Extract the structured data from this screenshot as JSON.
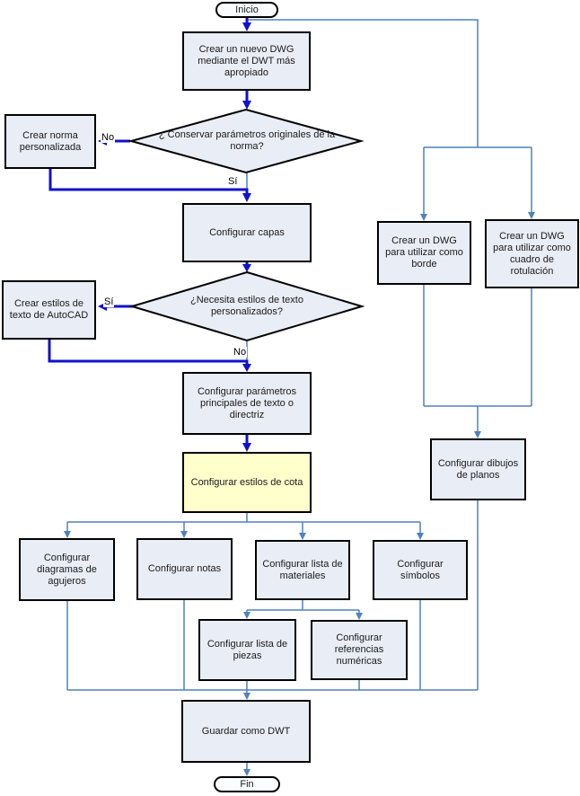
{
  "colors": {
    "background": "#ffffff",
    "node_fill": "#e9edf5",
    "node_border": "#000000",
    "highlight_fill": "#ffffcc",
    "terminal_fill": "#fbfcfe",
    "edge_primary": "#1111cc",
    "edge_secondary": "#4f81bd",
    "text": "#1a1a1a"
  },
  "nodes": {
    "start": "Inicio",
    "create_dwg": "Crear un nuevo DWG mediante el DWT más apropiado",
    "decision_params": "¿ Conservar parámetros originales de la norma?",
    "create_norma": "Crear norma personalizada",
    "config_capas": "Configurar capas",
    "decision_text_styles": "¿Necesita estilos de texto personalizados?",
    "create_text_styles": "Crear estilos de texto de AutoCAD",
    "config_text_params": "Configurar parámetros principales de texto o directriz",
    "config_cota": "Configurar estilos de cota",
    "create_dwg_borde": "Crear un DWG para utilizar como borde",
    "create_dwg_rotulacion": "Crear un DWG para utilizar como cuadro de rotulación",
    "config_dibujos": "Configurar dibujos de planos",
    "config_agujeros": "Configurar diagramas de agujeros",
    "config_notas": "Configurar notas",
    "config_materiales": "Configurar lista de materiales",
    "config_simbolos": "Configurar símbolos",
    "config_piezas": "Configurar lista de piezas",
    "config_referencias": "Configurar referencias numéricas",
    "guardar_dwt": "Guardar como DWT",
    "end": "Fin"
  },
  "edge_labels": {
    "no_params": "No",
    "si_params": "Sí",
    "si_text": "Sí",
    "no_text": "No"
  }
}
